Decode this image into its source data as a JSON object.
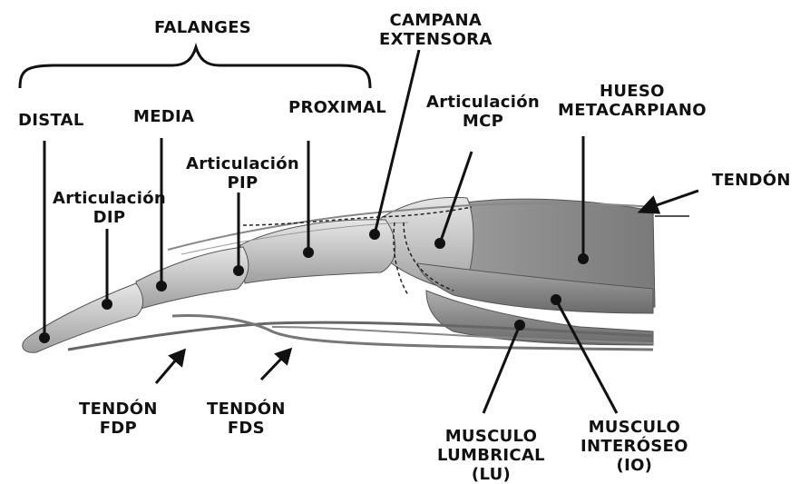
{
  "labels": {
    "falanges": "FALANGES",
    "distal": "DISTAL",
    "media": "MEDIA",
    "proximal": "PROXIMAL",
    "campana_1": "CAMPANA",
    "campana_2": "EXTENSORA",
    "art_mcp_1": "Articulación",
    "art_mcp_2": "MCP",
    "hueso_1": "HUESO",
    "hueso_2": "METACARPIANO",
    "tendon": "TENDÓN",
    "art_pip_1": "Articulación",
    "art_pip_2": "PIP",
    "art_dip_1": "Articulación",
    "art_dip_2": "DIP",
    "fdp_1": "TENDÓN",
    "fdp_2": "FDP",
    "fds_1": "TENDÓN",
    "fds_2": "FDS",
    "lumbrical_1": "MUSCULO",
    "lumbrical_2": "LUMBRICAL",
    "lumbrical_3": "(LU)",
    "interoseo_1": "MUSCULO",
    "interoseo_2": "INTERÓSEO",
    "interoseo_3": "(IO)"
  },
  "colors": {
    "ink": "#111111",
    "bone_light": "#d9d9d9",
    "bone_mid": "#b3b3b3",
    "muscle": "#8c8c8c",
    "shadow": "#6e6e6e"
  }
}
